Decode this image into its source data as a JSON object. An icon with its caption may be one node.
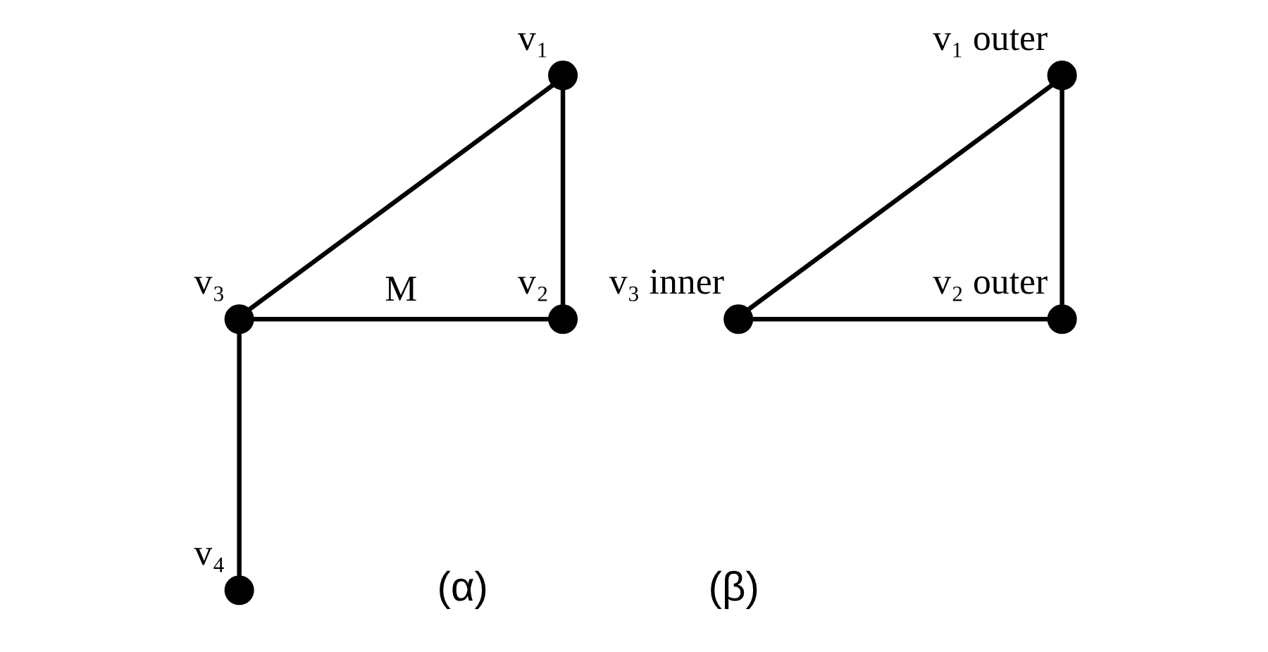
{
  "diagram": {
    "nodes": [
      {
        "text": [],
        "shape": "circle",
        "beside": [
          "v₁"
        ]
      },
      {
        "text": [],
        "shape": "circle",
        "beside": [
          "v₂"
        ]
      },
      {
        "text": [],
        "shape": "circle",
        "beside": [
          "v₃"
        ]
      },
      {
        "text": [],
        "shape": "circle",
        "beside": [
          "v₄"
        ]
      },
      {
        "text": [],
        "shape": "circle",
        "beside": [
          "v₁ outer"
        ]
      },
      {
        "text": [],
        "shape": "circle",
        "beside": [
          "v₂ outer"
        ]
      },
      {
        "text": [],
        "shape": "circle",
        "beside": [
          "v₃ inner"
        ]
      }
    ],
    "edges": [
      {
        "from": 0,
        "to": 1,
        "arrow": "none"
      },
      {
        "from": 0,
        "to": 2,
        "arrow": "none"
      },
      {
        "from": 2,
        "to": 1,
        "arrow": "none",
        "label": "M"
      },
      {
        "from": 2,
        "to": 3,
        "arrow": "none"
      },
      {
        "from": 4,
        "to": 5,
        "arrow": "none"
      },
      {
        "from": 4,
        "to": 6,
        "arrow": "none"
      },
      {
        "from": 6,
        "to": 5,
        "arrow": "none"
      }
    ],
    "labels": [
      "(α)",
      "(β)"
    ]
  }
}
